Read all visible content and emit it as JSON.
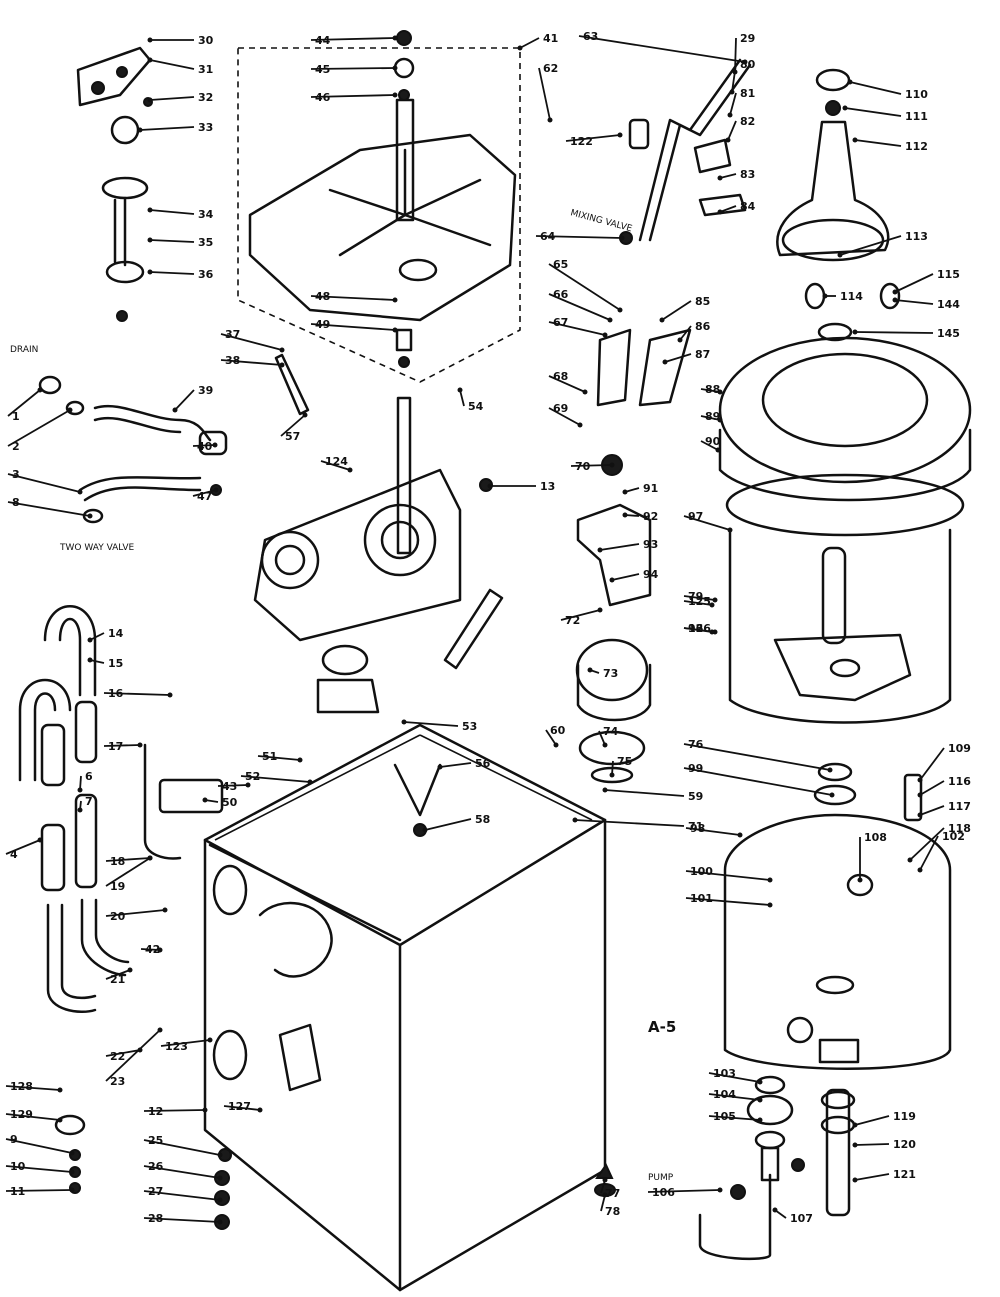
{
  "diagram": {
    "figure_label": "A-5",
    "notes": {
      "drain": "DRAIN",
      "mixing_valve": "MIXING VALVE",
      "two_way_valve": "TWO WAY VALVE",
      "pump": "PUMP"
    },
    "callouts": [
      "30",
      "31",
      "32",
      "33",
      "34",
      "35",
      "36",
      "44",
      "45",
      "46",
      "48",
      "49",
      "37",
      "38",
      "54",
      "57",
      "41",
      "62",
      "63",
      "64",
      "65",
      "66",
      "67",
      "68",
      "69",
      "70",
      "110",
      "111",
      "112",
      "113",
      "114",
      "115",
      "144",
      "145",
      "1",
      "2",
      "3",
      "8",
      "39",
      "40",
      "47",
      "124",
      "13",
      "14",
      "15",
      "16",
      "17",
      "6",
      "7",
      "4",
      "18",
      "19",
      "20",
      "21",
      "22",
      "23",
      "42",
      "43",
      "50",
      "51",
      "52",
      "53",
      "56",
      "58",
      "60",
      "76",
      "99",
      "59",
      "71",
      "72",
      "73",
      "74",
      "75",
      "77",
      "78",
      "79",
      "96",
      "97",
      "98",
      "100",
      "101",
      "102",
      "103",
      "104",
      "105",
      "106",
      "107",
      "108",
      "109",
      "116",
      "117",
      "118",
      "119",
      "120",
      "121",
      "122",
      "123",
      "125",
      "126",
      "127",
      "128",
      "129",
      "9",
      "10",
      "11",
      "12",
      "25",
      "26",
      "27",
      "28",
      "29",
      "80",
      "81",
      "82",
      "83",
      "84",
      "85",
      "86",
      "87",
      "88",
      "89",
      "90",
      "91",
      "92",
      "93",
      "94",
      "95"
    ]
  }
}
